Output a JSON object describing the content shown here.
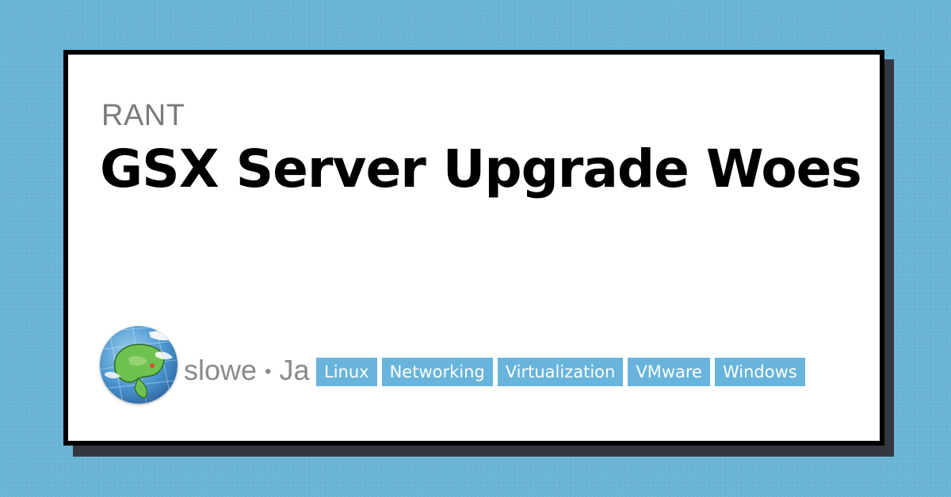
{
  "post": {
    "category": "RANT",
    "title": "GSX Server Upgrade Woes"
  },
  "author": {
    "name": "slowe",
    "separator": "•",
    "date_fragment": "Ja"
  },
  "tags": [
    "Linux",
    "Networking",
    "Virtualization",
    "VMware",
    "Windows"
  ],
  "colors": {
    "background": "#6ab4d4",
    "card": "#ffffff",
    "card_border": "#000000",
    "card_shadow": "#333740",
    "tag_bg": "#68b4dc",
    "tag_text": "#ffffff",
    "category_text": "#7a7a7a",
    "byline_text": "#8a8a8a"
  },
  "icons": {
    "avatar": "globe-avatar-icon"
  }
}
